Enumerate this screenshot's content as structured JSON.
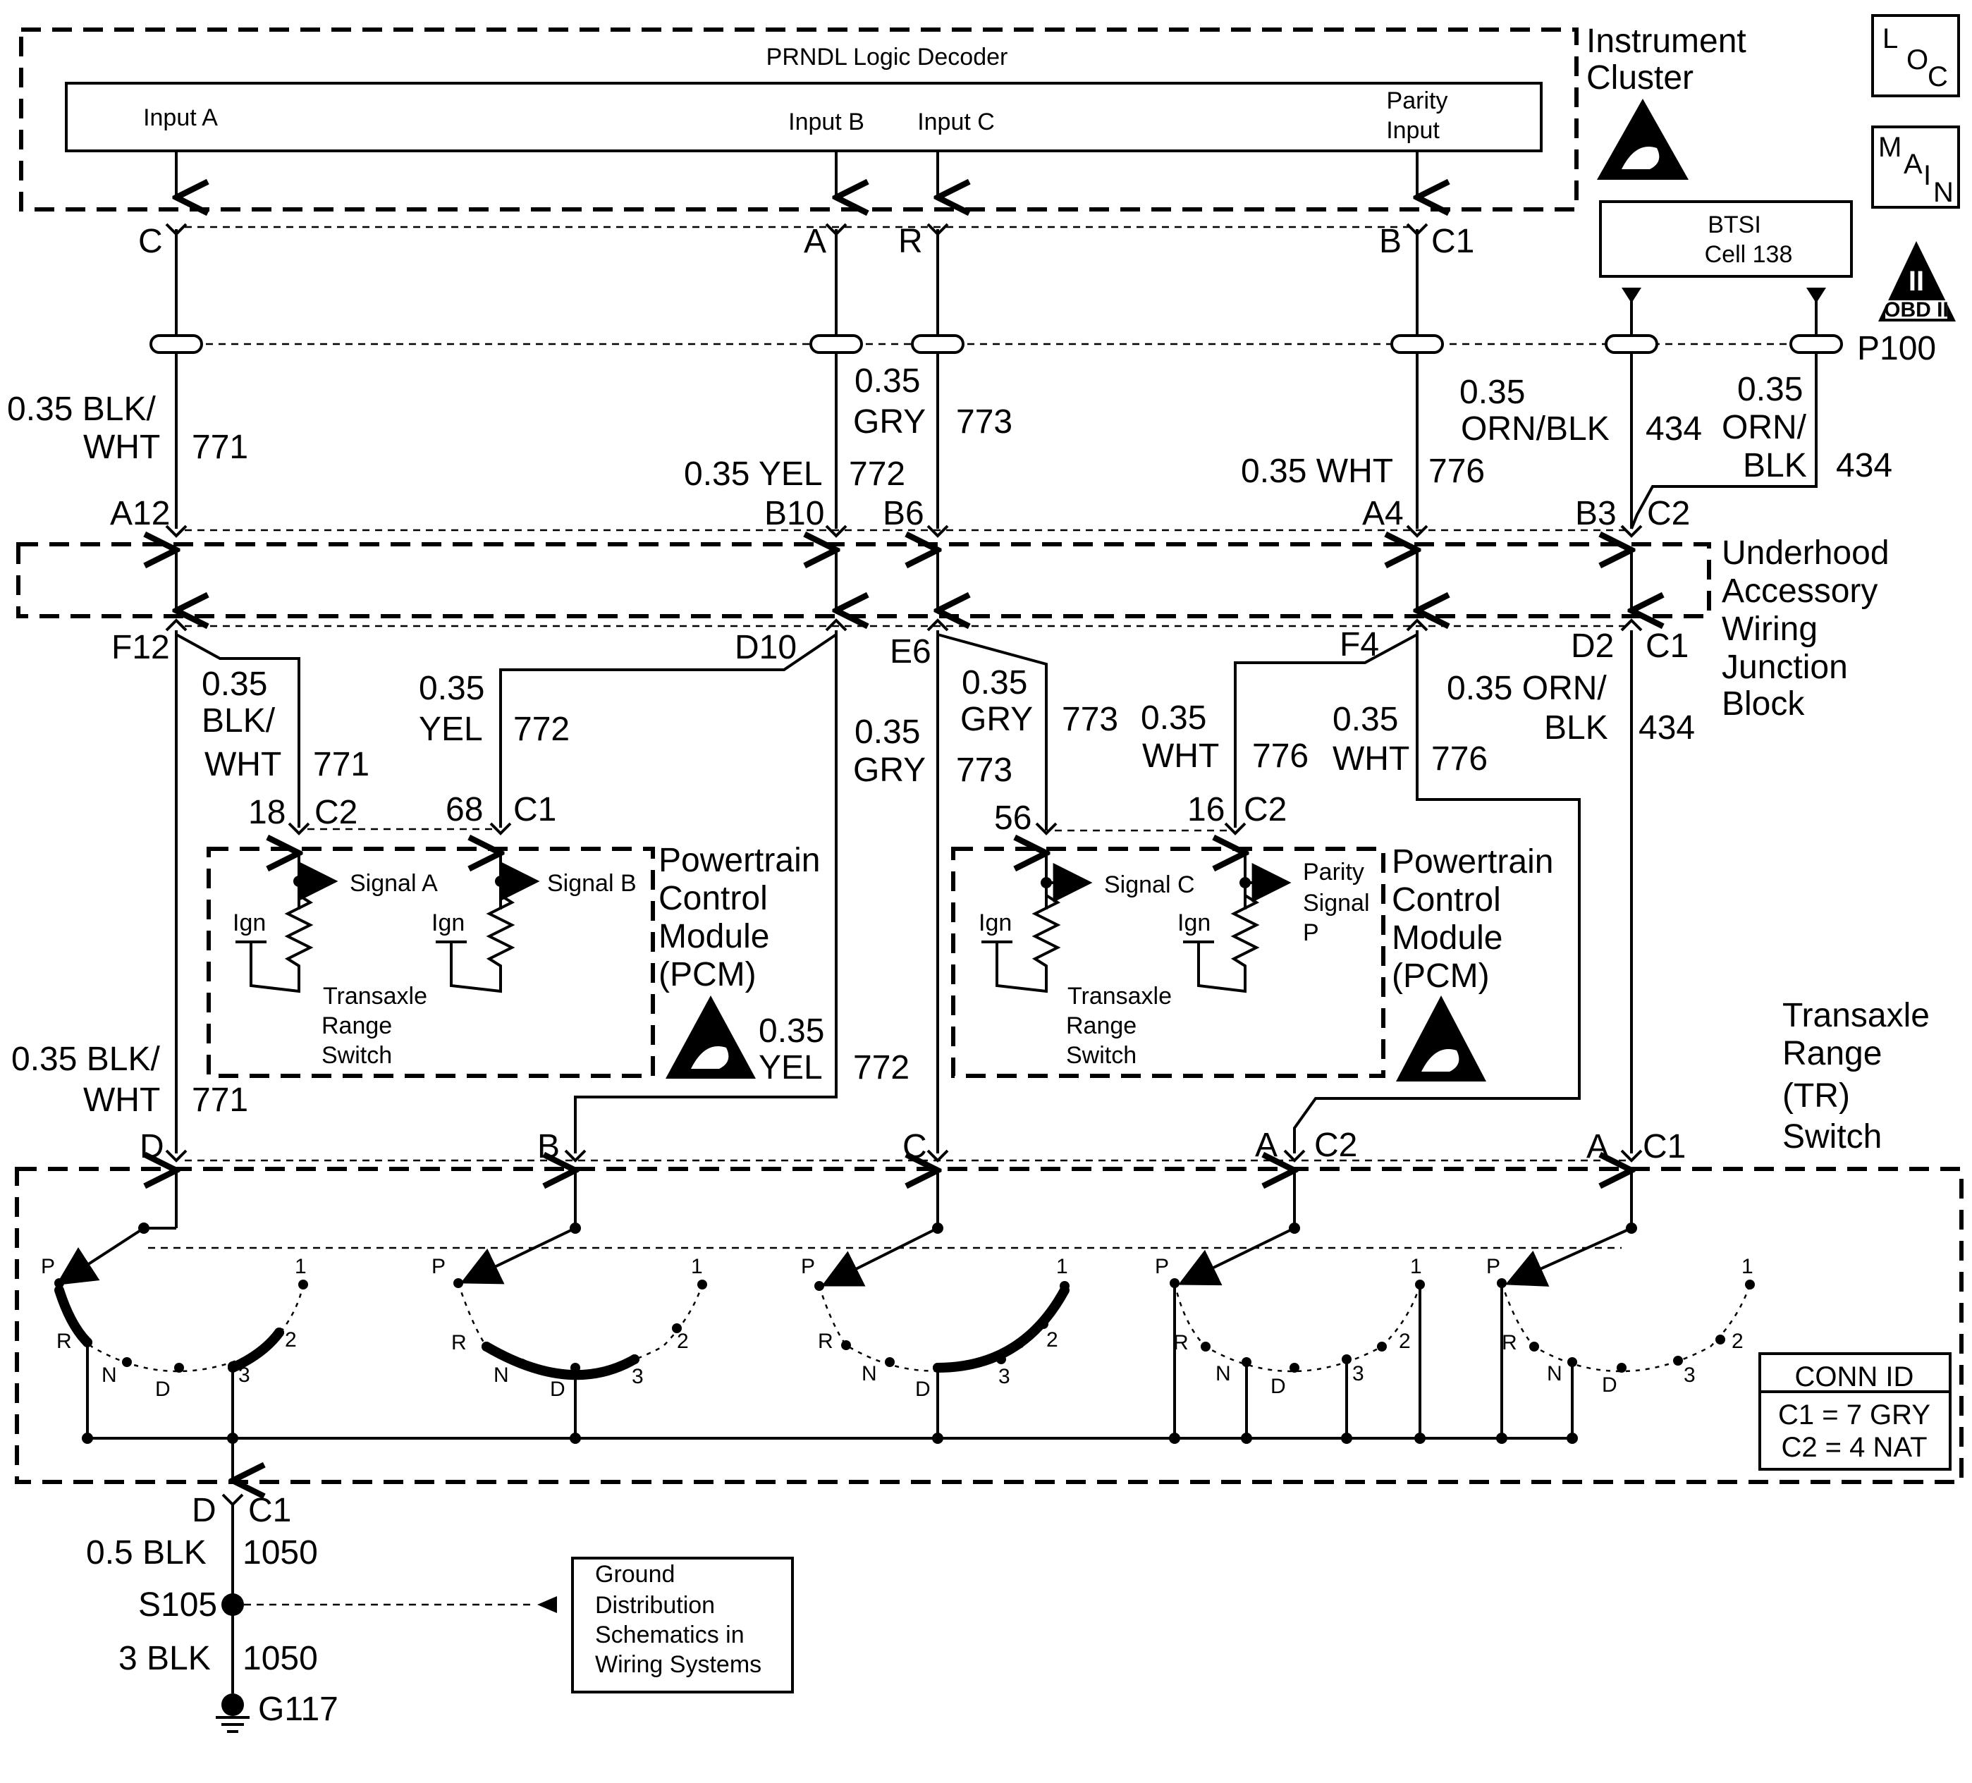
{
  "instrument_cluster": {
    "decoder_title": "PRNDL Logic Decoder",
    "label_line1": "Instrument",
    "label_line2": "Cluster",
    "inputs": [
      "Input A",
      "Input B",
      "Input C",
      "Parity",
      "Input"
    ]
  },
  "side_icons": {
    "loc": [
      "L",
      "O",
      "C"
    ],
    "main": [
      "M",
      "A",
      "I",
      "N"
    ],
    "obd_roman": "II",
    "obd_text": "OBD II"
  },
  "btsi": {
    "line1": "BTSI",
    "line2": "Cell 138"
  },
  "cluster_pins": [
    "C",
    "A",
    "R",
    "B",
    "C1"
  ],
  "p100": "P100",
  "upper_wires": {
    "w771": [
      "0.35 BLK/",
      "WHT",
      "771"
    ],
    "w772": [
      "0.35 YEL",
      "772"
    ],
    "w773": [
      "0.35",
      "GRY",
      "773"
    ],
    "w776": [
      "0.35 WHT",
      "776"
    ],
    "w434a": [
      "0.35",
      "ORN/BLK",
      "434"
    ],
    "w434b": [
      "0.35",
      "ORN/",
      "BLK",
      "434"
    ]
  },
  "junction_block": {
    "top_pins": [
      "A12",
      "B10",
      "B6",
      "A4",
      "B3",
      "C2"
    ],
    "bottom_pins": [
      "F12",
      "D10",
      "E6",
      "F4",
      "D2",
      "C1"
    ],
    "label": [
      "Underhood",
      "Accessory",
      "Wiring",
      "Junction",
      "Block"
    ]
  },
  "middle_wires": {
    "w771_pcm": [
      "0.35",
      "BLK/",
      "WHT",
      "771"
    ],
    "w772_pcm": [
      "0.35",
      "YEL",
      "772"
    ],
    "w773_tr": [
      "0.35",
      "GRY",
      "773"
    ],
    "w773_pcm": [
      "0.35",
      "GRY",
      "773"
    ],
    "w776_pcm": [
      "0.35",
      "WHT",
      "776"
    ],
    "w776_tr": [
      "0.35",
      "WHT",
      "776"
    ],
    "w434_tr": [
      "0.35 ORN/",
      "BLK",
      "434"
    ]
  },
  "pcm_pins": {
    "left": [
      "18",
      "C2",
      "68",
      "C1"
    ],
    "right": [
      "56",
      "16",
      "C2"
    ]
  },
  "pcm_left": {
    "signals": [
      "Signal A",
      "Signal B"
    ],
    "ign": [
      "Ign",
      "Ign"
    ],
    "switch_label": [
      "Transaxle",
      "Range",
      "Switch"
    ],
    "module_label": [
      "Powertrain",
      "Control",
      "Module",
      "(PCM)"
    ]
  },
  "pcm_right": {
    "signals": [
      "Signal C",
      "Parity",
      "Signal",
      "P"
    ],
    "ign": [
      "Ign",
      "Ign"
    ],
    "switch_label": [
      "Transaxle",
      "Range",
      "Switch"
    ],
    "module_label": [
      "Powertrain",
      "Control",
      "Module",
      "(PCM)"
    ]
  },
  "lower_wires": {
    "w771": [
      "0.35 BLK/",
      "WHT",
      "771"
    ],
    "w772": [
      "0.35",
      "YEL",
      "772"
    ]
  },
  "tr_switch": {
    "label": [
      "Transaxle",
      "Range",
      "(TR)",
      "Switch"
    ],
    "pins": [
      "D",
      "B",
      "C",
      "A",
      "C2",
      "A",
      "C1"
    ],
    "positions": [
      "P",
      "R",
      "N",
      "D",
      "3",
      "2",
      "1"
    ]
  },
  "conn_id": {
    "title": "CONN ID",
    "rows": [
      "C1 = 7 GRY",
      "C2 = 4 NAT"
    ]
  },
  "ground": {
    "pin": [
      "D",
      "C1"
    ],
    "wire1": [
      "0.5 BLK",
      "1050"
    ],
    "splice": "S105",
    "wire2": [
      "3 BLK",
      "1050"
    ],
    "ground_id": "G117",
    "ref_box": [
      "Ground",
      "Distribution",
      "Schematics in",
      "Wiring Systems"
    ]
  }
}
